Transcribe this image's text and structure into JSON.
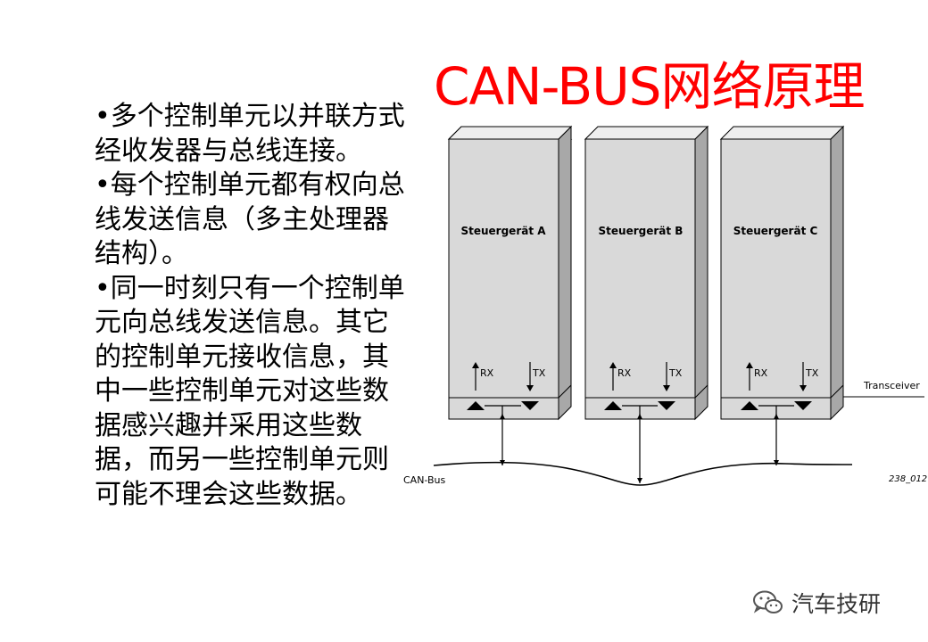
{
  "slide": {
    "title": "CAN-BUS网络原理",
    "bullets": [
      "多个控制单元以并联方式经收发器与总线连接。",
      "每个控制单元都有权向总线发送信息（多主处理器结构）。",
      "同一时刻只有一个控制单元向总线发送信息。其它的控制单元接收信息，其中一些控制单元对这些数据感兴趣并采用这些数据，而另一些控制单元则可能不理会这些数据。"
    ],
    "bullet_char": "•"
  },
  "diagram": {
    "units": [
      {
        "label": "Steuergerät A",
        "rx": "RX",
        "tx": "TX"
      },
      {
        "label": "Steuergerät B",
        "rx": "RX",
        "tx": "TX"
      },
      {
        "label": "Steuergerät C",
        "rx": "RX",
        "tx": "TX"
      }
    ],
    "transceiver_label": "Transceiver",
    "bus_label": "CAN-Bus",
    "figure_code": "238_012"
  },
  "watermark": {
    "text": "汽车技研",
    "icon": "wechat-icon",
    "icon_color": "#555555"
  },
  "colors": {
    "title": "#ff0000",
    "text": "#000000",
    "box_front": "#d9d9d9",
    "box_top": "#eeeeee",
    "box_side": "#a8a8a8"
  }
}
